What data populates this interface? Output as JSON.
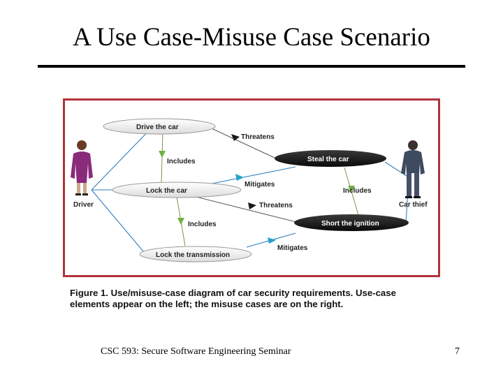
{
  "slide": {
    "title": "A Use Case-Misuse Case Scenario",
    "footer": "CSC 593: Secure Software Engineering Seminar",
    "page_number": "7"
  },
  "figure": {
    "caption_lead": "Figure 1.",
    "caption_text": " Use/misuse-case diagram of car security requirements. Use-case elements appear on the left; the misuse cases are on the right.",
    "actors": {
      "driver": "Driver",
      "car_thief": "Car thief"
    },
    "use_cases": {
      "drive_car": "Drive the car",
      "lock_car": "Lock the car",
      "lock_transmission": "Lock the transmission"
    },
    "misuse_cases": {
      "steal_car": "Steal the car",
      "short_ignition": "Short the ignition"
    },
    "relations": {
      "threatens_1": "Threatens",
      "threatens_2": "Threatens",
      "includes_1": "Includes",
      "includes_2": "Includes",
      "includes_3": "Includes",
      "mitigates_1": "Mitigates",
      "mitigates_2": "Mitigates"
    },
    "colors": {
      "frame": "#b2323a",
      "association_line": "#2f7fc1",
      "include_arrow": "#6db33f",
      "mitigate_arrow": "#23a3c8",
      "threaten_arrow": "#1a1a1a",
      "misuse_fill": "#1a1a1a",
      "driver_figure": "#8a2a7a",
      "thief_figure": "#3d4a60"
    }
  }
}
